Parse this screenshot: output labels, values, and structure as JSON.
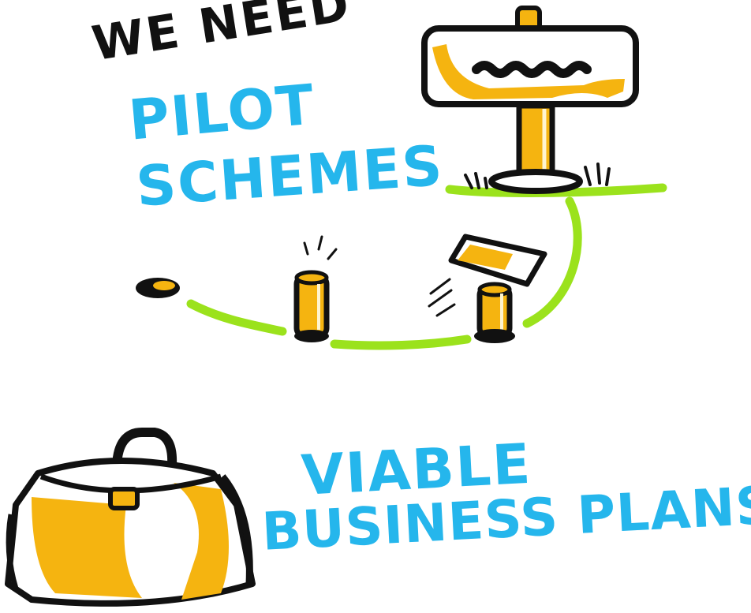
{
  "sketch": {
    "line1": "WE NEED",
    "line2": "PILOT",
    "line3": "SCHEMES",
    "line4": "VIABLE",
    "line5": "BUSINESS PLANS"
  },
  "colors": {
    "ink": "#111111",
    "text_blue": "#25b6ec",
    "marker_yellow": "#f5b410",
    "grass_green": "#9be21c"
  },
  "icons": [
    "signpost-icon",
    "grass-path-icon",
    "fallen-post-icon",
    "briefcase-icon"
  ]
}
